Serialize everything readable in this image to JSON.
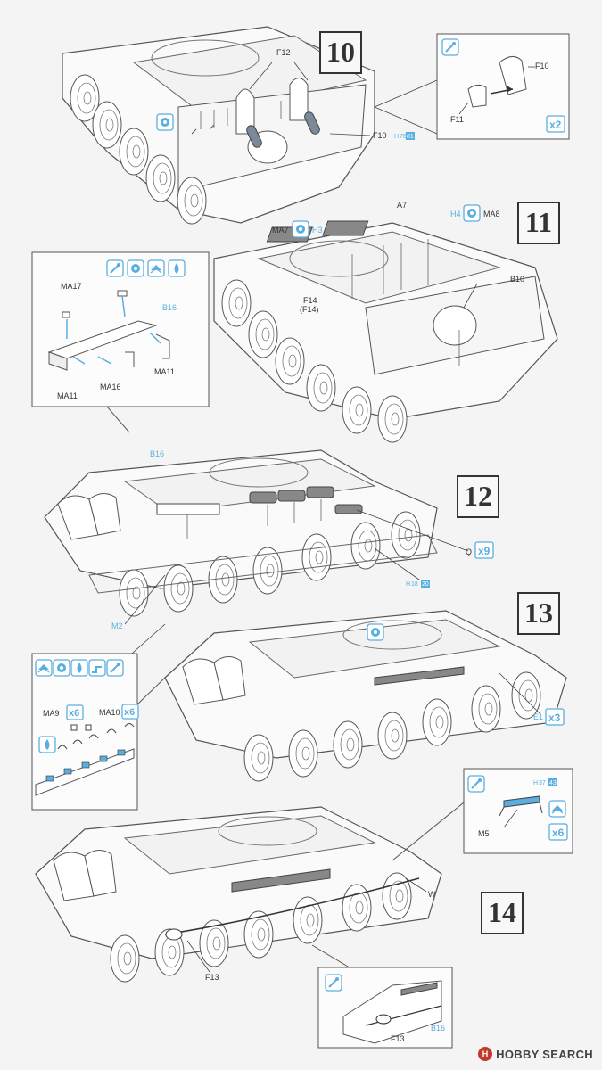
{
  "steps": [
    {
      "number": "10"
    },
    {
      "number": "11"
    },
    {
      "number": "12"
    },
    {
      "number": "13"
    },
    {
      "number": "14"
    }
  ],
  "labels": {
    "f12": "F12",
    "f10_a": "F10",
    "f10_b": "F10",
    "f11": "F11",
    "x2": "x2",
    "h_pre_10": "H",
    "h76": "76",
    "h81": "81",
    "a7": "A7",
    "h4": "H4",
    "ma8": "MA8",
    "ma7": "MA7",
    "h3": "H3",
    "b10": "B10",
    "f14": "F14",
    "f14p": "(F14)",
    "ma17": "MA17",
    "b16_a": "B16",
    "ma11_a": "MA11",
    "ma16": "MA16",
    "ma11_b": "MA11",
    "b16_b": "B16",
    "q": "Q",
    "x9": "x9",
    "h_pre_12": "H",
    "h18": "18",
    "h20": "20",
    "m2": "M2",
    "ma9": "MA9",
    "x6_a": "x6",
    "ma10": "MA10",
    "x6_b": "x6",
    "e1": "E1",
    "x3": "x3",
    "h_pre_14": "H",
    "h37": "37",
    "h43": "43",
    "m5": "M5",
    "x6_c": "x6",
    "w": "W",
    "f13_a": "F13",
    "f13_b": "F13",
    "b16_c": "B16"
  },
  "watermark": {
    "logo": "H",
    "text": "HOBBY SEARCH"
  },
  "colors": {
    "accent": "#5aaee0",
    "line": "#555555",
    "part": "#7a8a99"
  }
}
